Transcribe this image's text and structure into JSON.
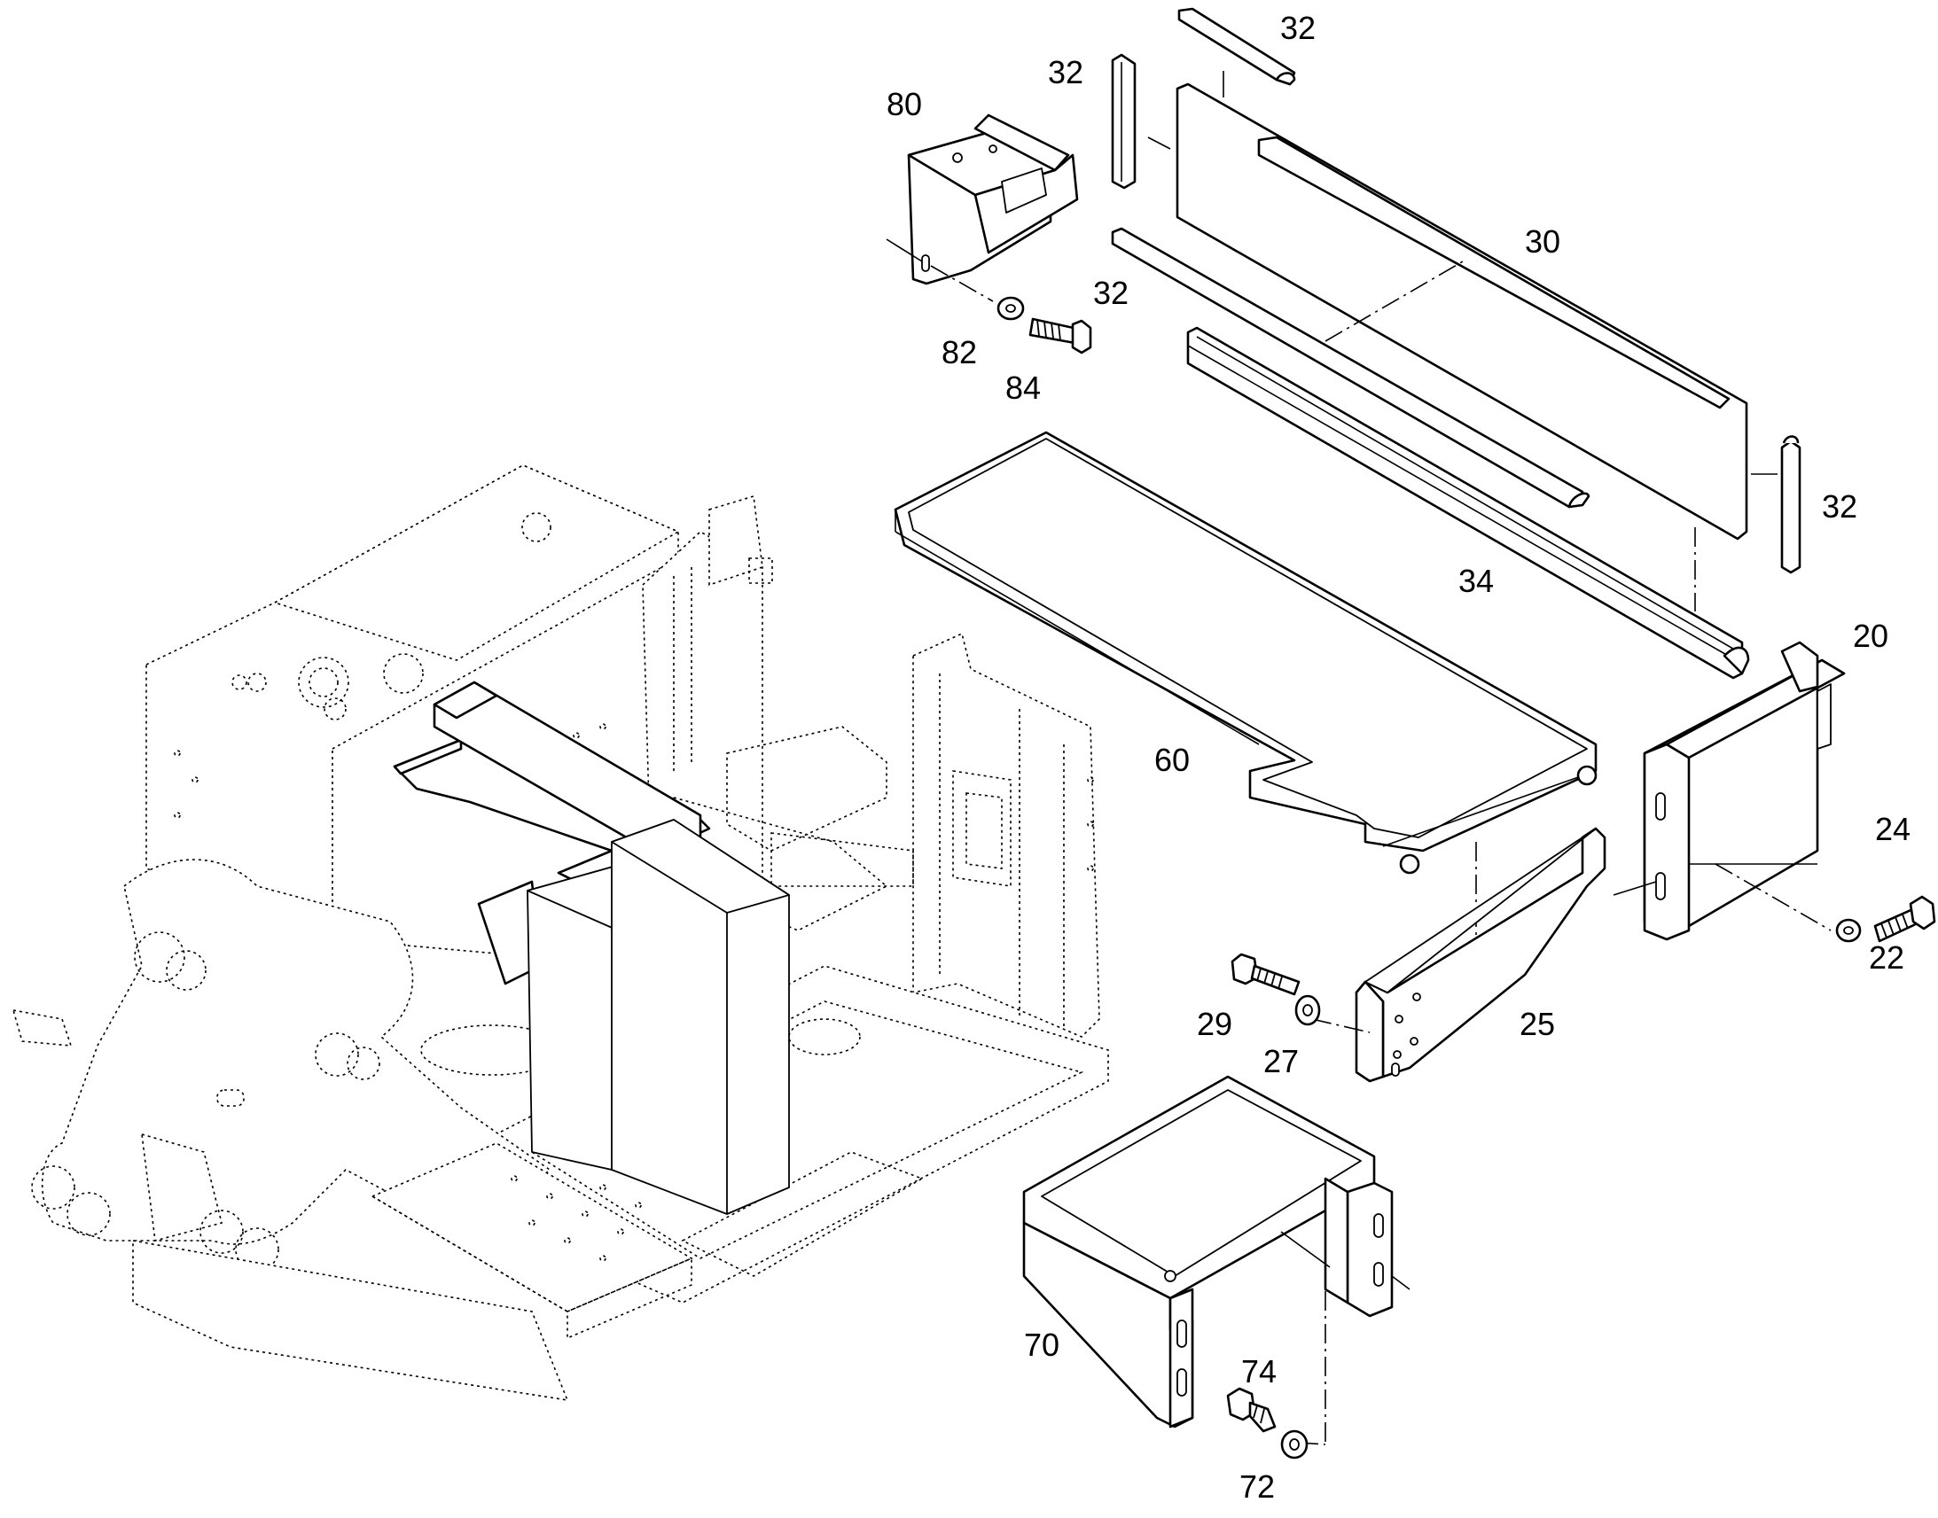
{
  "diagram": {
    "callouts": {
      "p32_top": "32",
      "p32_left": "32",
      "p80": "80",
      "p30": "30",
      "p32_rod": "32",
      "p82": "82",
      "p84": "84",
      "p32_right": "32",
      "p34": "34",
      "p20": "20",
      "p60": "60",
      "p24": "24",
      "p22": "22",
      "p29": "29",
      "p27": "27",
      "p25": "25",
      "p70": "70",
      "p74": "74",
      "p72": "72"
    }
  }
}
